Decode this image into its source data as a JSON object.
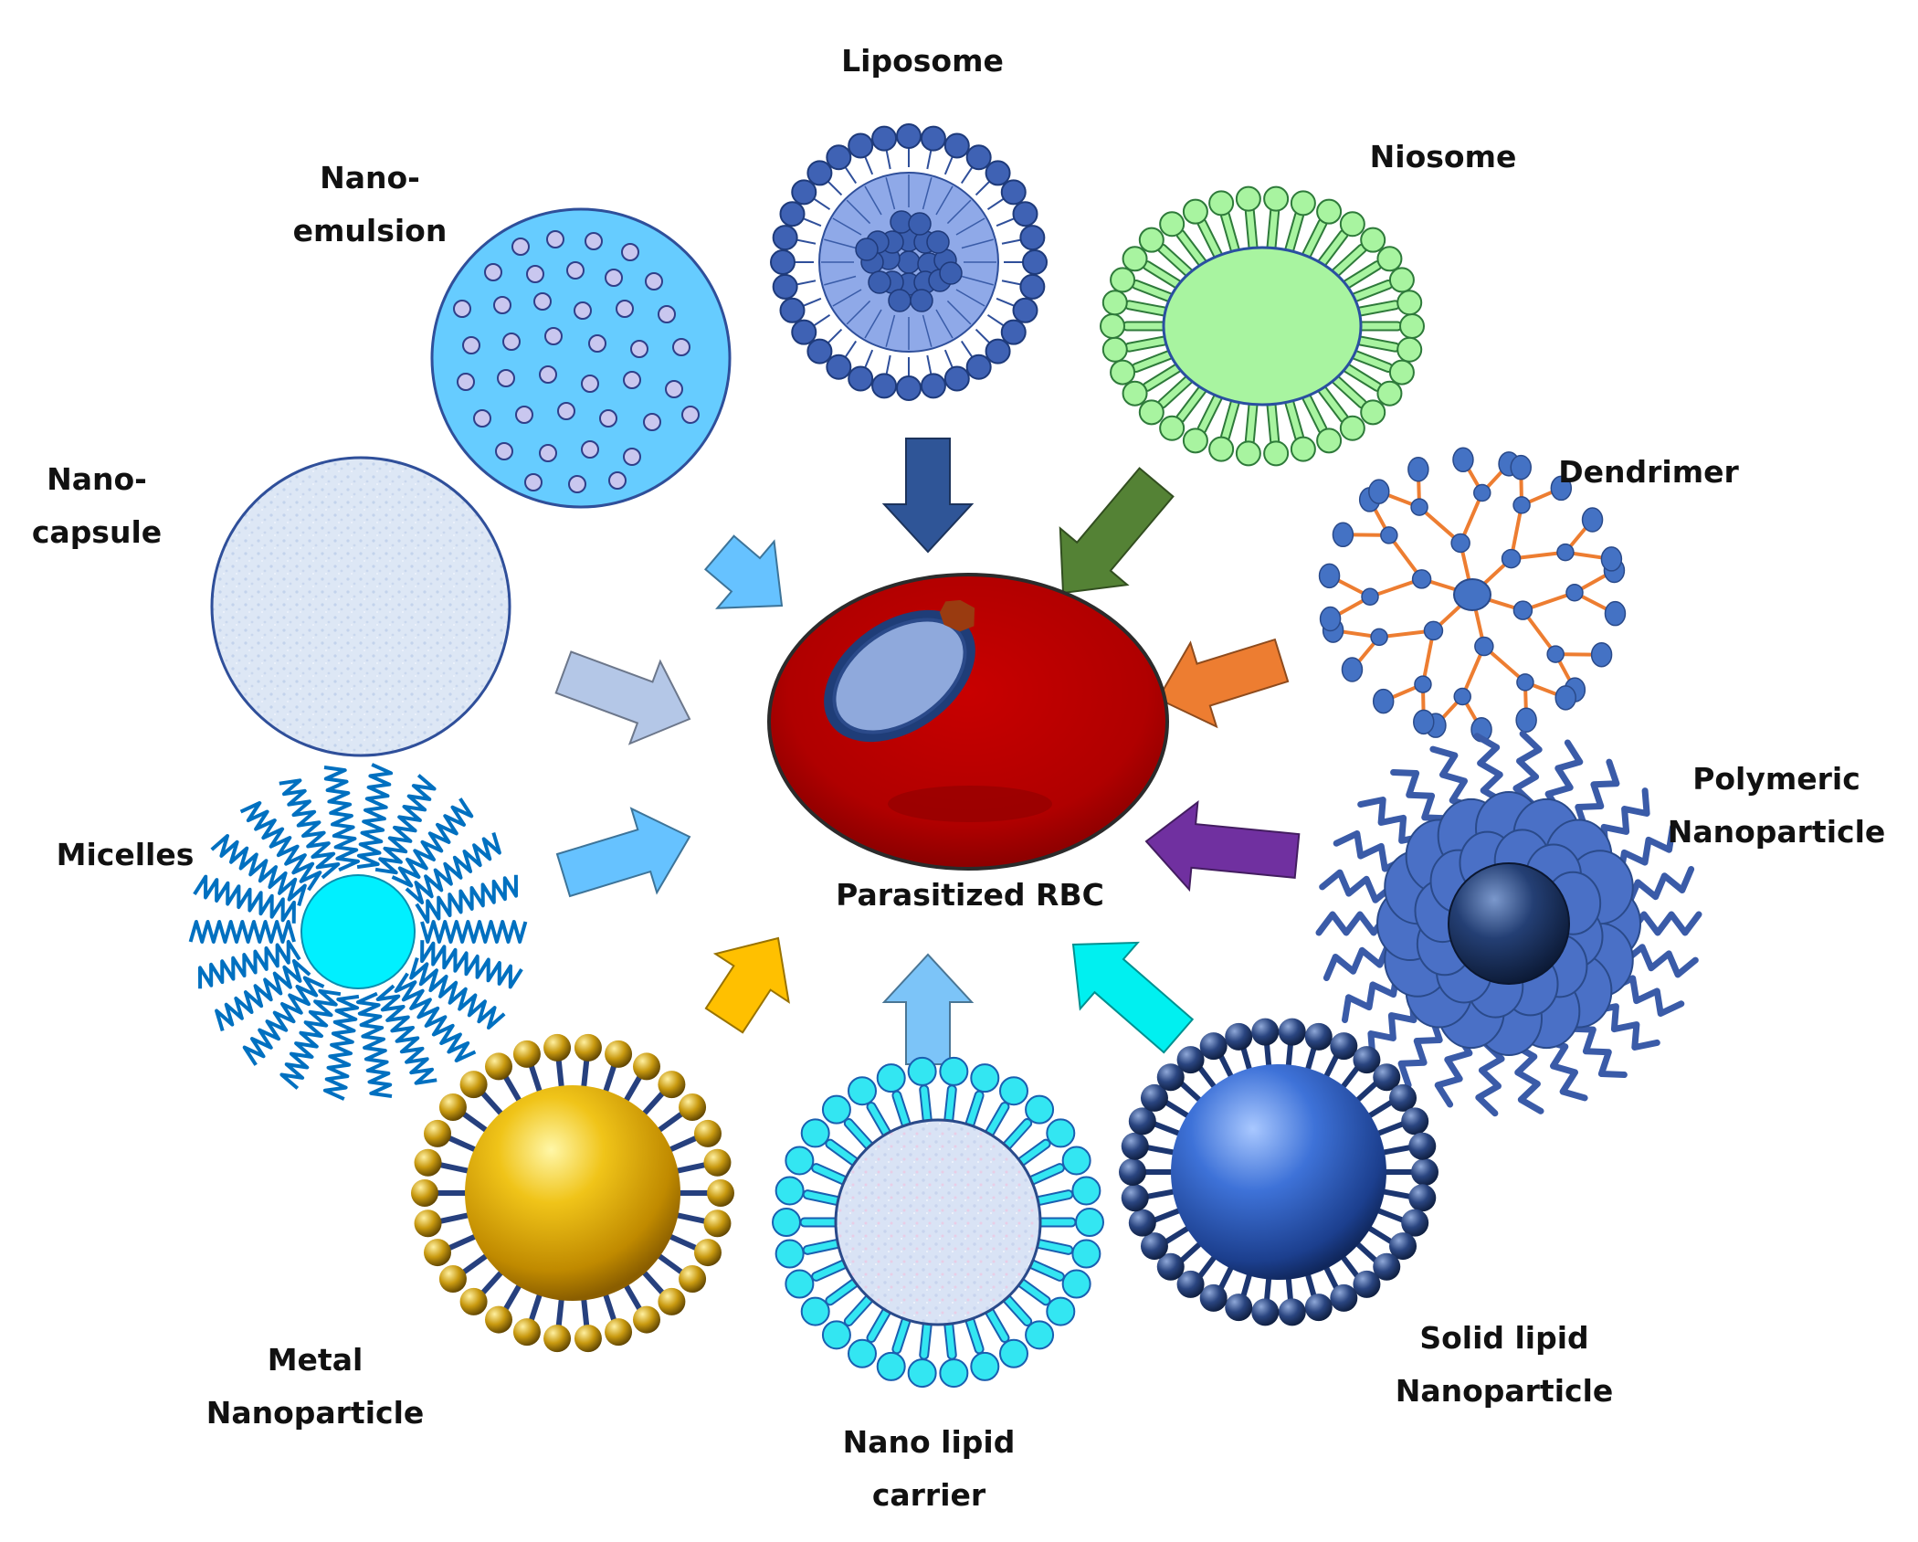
{
  "center": {
    "label": "Parasitized RBC"
  },
  "items": [
    {
      "key": "liposome",
      "lines": [
        "Liposome"
      ]
    },
    {
      "key": "niosome",
      "lines": [
        "Niosome"
      ]
    },
    {
      "key": "dendrimer",
      "lines": [
        "Dendrimer"
      ]
    },
    {
      "key": "polymeric",
      "lines": [
        "Polymeric",
        "Nanoparticle"
      ]
    },
    {
      "key": "solidlipid",
      "lines": [
        "Solid lipid",
        "Nanoparticle"
      ]
    },
    {
      "key": "nlc",
      "lines": [
        "Nano lipid",
        "carrier"
      ]
    },
    {
      "key": "metal",
      "lines": [
        "Metal",
        "Nanoparticle"
      ]
    },
    {
      "key": "micelles",
      "lines": [
        "Micelles"
      ]
    },
    {
      "key": "capsule",
      "lines": [
        "Nano-",
        "capsule"
      ]
    },
    {
      "key": "emulsion",
      "lines": [
        "Nano-",
        "emulsion"
      ]
    }
  ],
  "colors": {
    "rbc": "#c00000",
    "liposome": "#3f62b4",
    "niosome": "#a8f4a0",
    "dendrimer": "#4472c4",
    "dendrimer_branch": "#ed7d31",
    "polymeric": "#4a70c6",
    "solidlipid": "#2f5fc0",
    "nlc": "#33e6f2",
    "metal": "#e5b100",
    "micelles": "#0070c0",
    "micelle_core": "#00f0ff",
    "capsule": "#dbe6f6",
    "emulsion": "#66ccff"
  },
  "arrows": [
    {
      "from": "liposome",
      "color": "#2f5597"
    },
    {
      "from": "niosome",
      "color": "#548235"
    },
    {
      "from": "dendrimer",
      "color": "#ed7d31"
    },
    {
      "from": "polymeric",
      "color": "#7030a0"
    },
    {
      "from": "solidlipid",
      "color": "#00f0f0"
    },
    {
      "from": "nlc",
      "color": "#7cc4f8"
    },
    {
      "from": "metal",
      "color": "#ffc000"
    },
    {
      "from": "micelles",
      "color": "#66c2ff"
    },
    {
      "from": "capsule",
      "color": "#b4c7e7"
    },
    {
      "from": "emulsion",
      "color": "#66c2ff"
    }
  ]
}
